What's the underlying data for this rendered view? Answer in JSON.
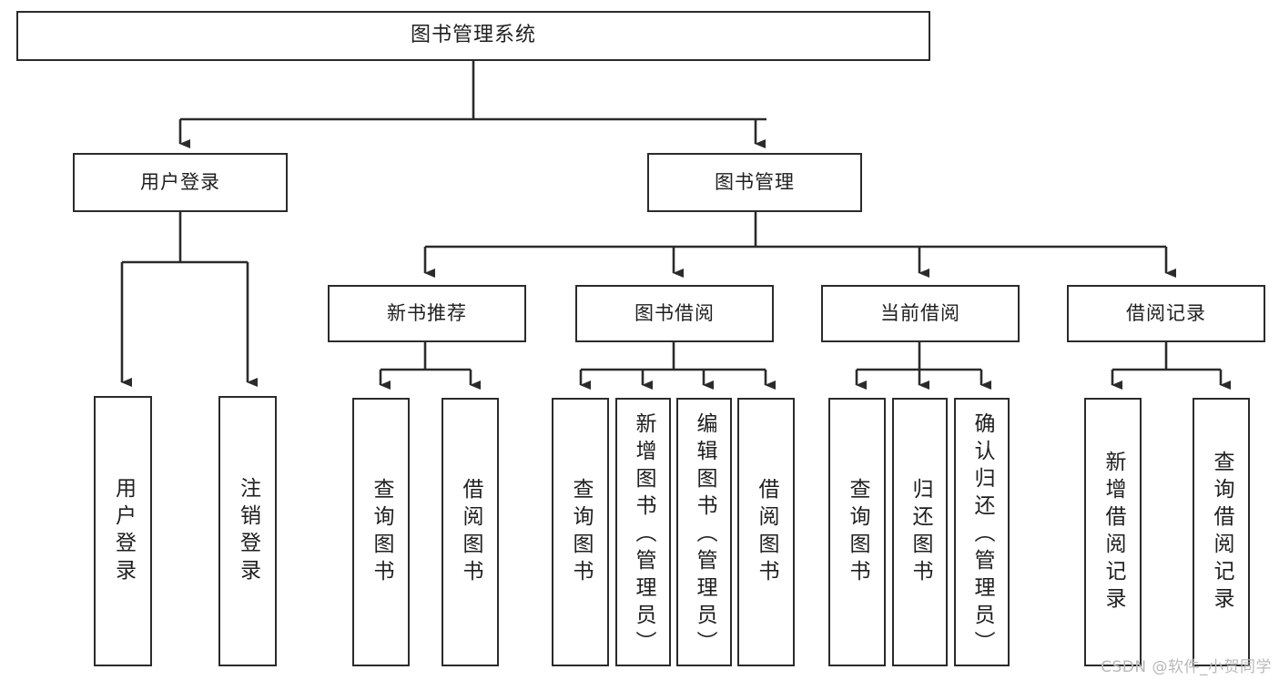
{
  "diagram": {
    "title": "图书管理系统",
    "type": "tree",
    "watermark": "CSDN @软件_小贺同学",
    "colors": {
      "box_border": "#2b2b2b",
      "box_fill": "#ffffff",
      "connector": "#2b2b2b",
      "text": "#1f1f1f",
      "watermark": "#b9b9b9"
    },
    "levels": {
      "root": "图书管理系统",
      "level2": [
        "用户登录",
        "图书管理"
      ],
      "level3": [
        "新书推荐",
        "图书借阅",
        "当前借阅",
        "借阅记录"
      ]
    },
    "nodes": {
      "root": {
        "id": "root",
        "label": "图书管理系统",
        "orientation": "horizontal"
      },
      "user_login": {
        "id": "user_login",
        "label": "用户登录",
        "orientation": "horizontal"
      },
      "book_manage": {
        "id": "book_manage",
        "label": "图书管理",
        "orientation": "horizontal"
      },
      "new_book_rec": {
        "id": "new_book_rec",
        "label": "新书推荐",
        "orientation": "horizontal"
      },
      "book_borrow": {
        "id": "book_borrow",
        "label": "图书借阅",
        "orientation": "horizontal"
      },
      "current_borrow": {
        "id": "current_borrow",
        "label": "当前借阅",
        "orientation": "horizontal"
      },
      "borrow_record": {
        "id": "borrow_record",
        "label": "借阅记录",
        "orientation": "horizontal"
      },
      "leaf_user_login": {
        "id": "leaf_user_login",
        "label": "用户登录",
        "orientation": "vertical"
      },
      "leaf_logout": {
        "id": "leaf_logout",
        "label": "注销登录",
        "orientation": "vertical"
      },
      "leaf_query_book_1": {
        "id": "leaf_query_book_1",
        "label": "查询图书",
        "orientation": "vertical"
      },
      "leaf_borrow_book_1": {
        "id": "leaf_borrow_book_1",
        "label": "借阅图书",
        "orientation": "vertical"
      },
      "leaf_query_book_2": {
        "id": "leaf_query_book_2",
        "label": "查询图书",
        "orientation": "vertical"
      },
      "leaf_add_book": {
        "id": "leaf_add_book",
        "label": "新增图书（管理员）",
        "orientation": "vertical"
      },
      "leaf_edit_book": {
        "id": "leaf_edit_book",
        "label": "编辑图书（管理员）",
        "orientation": "vertical"
      },
      "leaf_borrow_book_2": {
        "id": "leaf_borrow_book_2",
        "label": "借阅图书",
        "orientation": "vertical"
      },
      "leaf_query_book_3": {
        "id": "leaf_query_book_3",
        "label": "查询图书",
        "orientation": "vertical"
      },
      "leaf_return_book": {
        "id": "leaf_return_book",
        "label": "归还图书",
        "orientation": "vertical"
      },
      "leaf_confirm_return": {
        "id": "leaf_confirm_return",
        "label": "确认归还（管理员）",
        "orientation": "vertical"
      },
      "leaf_add_record": {
        "id": "leaf_add_record",
        "label": "新增借阅记录",
        "orientation": "vertical"
      },
      "leaf_query_record": {
        "id": "leaf_query_record",
        "label": "查询借阅记录",
        "orientation": "vertical"
      }
    },
    "edges": [
      {
        "from": "root",
        "to": "user_login"
      },
      {
        "from": "root",
        "to": "book_manage"
      },
      {
        "from": "user_login",
        "to": "leaf_user_login"
      },
      {
        "from": "user_login",
        "to": "leaf_logout"
      },
      {
        "from": "book_manage",
        "to": "new_book_rec"
      },
      {
        "from": "book_manage",
        "to": "book_borrow"
      },
      {
        "from": "book_manage",
        "to": "current_borrow"
      },
      {
        "from": "book_manage",
        "to": "borrow_record"
      },
      {
        "from": "new_book_rec",
        "to": "leaf_query_book_1"
      },
      {
        "from": "new_book_rec",
        "to": "leaf_borrow_book_1"
      },
      {
        "from": "book_borrow",
        "to": "leaf_query_book_2"
      },
      {
        "from": "book_borrow",
        "to": "leaf_add_book"
      },
      {
        "from": "book_borrow",
        "to": "leaf_edit_book"
      },
      {
        "from": "book_borrow",
        "to": "leaf_borrow_book_2"
      },
      {
        "from": "current_borrow",
        "to": "leaf_query_book_3"
      },
      {
        "from": "current_borrow",
        "to": "leaf_return_book"
      },
      {
        "from": "current_borrow",
        "to": "leaf_confirm_return"
      },
      {
        "from": "borrow_record",
        "to": "leaf_add_record"
      },
      {
        "from": "borrow_record",
        "to": "leaf_query_record"
      }
    ]
  }
}
